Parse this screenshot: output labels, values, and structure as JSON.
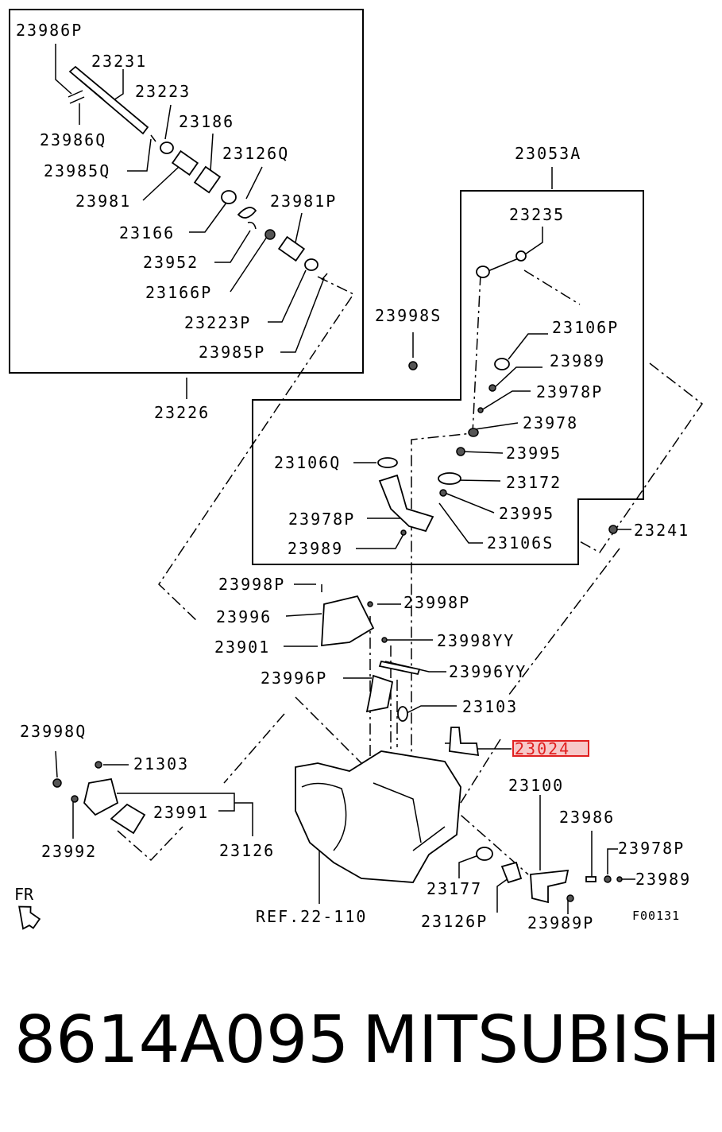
{
  "diagram": {
    "labels": {
      "l23986P": "23986P",
      "l23231": "23231",
      "l23223": "23223",
      "l23986Q": "23986Q",
      "l23186": "23186",
      "l23126Q": "23126Q",
      "l23985Q": "23985Q",
      "l23981": "23981",
      "l23981P": "23981P",
      "l23166": "23166",
      "l23952": "23952",
      "l23166P": "23166P",
      "l23223P": "23223P",
      "l23985P": "23985P",
      "l23226": "23226",
      "l23053A": "23053A",
      "l23235": "23235",
      "l23998S": "23998S",
      "l23106P": "23106P",
      "l23989a": "23989",
      "l23978Pa": "23978P",
      "l23978": "23978",
      "l23106Q": "23106Q",
      "l23995a": "23995",
      "l23172": "23172",
      "l23995b": "23995",
      "l23978Pb": "23978P",
      "l23106S": "23106S",
      "l23989b": "23989",
      "l23241": "23241",
      "l23998Pa": "23998P",
      "l23998Pb": "23998P",
      "l23996": "23996",
      "l23901": "23901",
      "l23998YY": "23998YY",
      "l23996YY": "23996YY",
      "l23996P": "23996P",
      "l23103": "23103",
      "l23998Q": "23998Q",
      "l21303": "21303",
      "l23024": "23024",
      "l23100": "23100",
      "l23991": "23991",
      "l23986": "23986",
      "l23992": "23992",
      "l23126": "23126",
      "l23978Pc": "23978P",
      "l23989c": "23989",
      "l23177": "23177",
      "lFR": "FR",
      "lREF": "REF.22-110",
      "l23126P": "23126P",
      "l23989P": "23989P",
      "lF00131": "F00131"
    },
    "highlight_color": "#e02020"
  },
  "caption": {
    "part_number": "8614A095",
    "brand": "MITSUBISHI"
  }
}
